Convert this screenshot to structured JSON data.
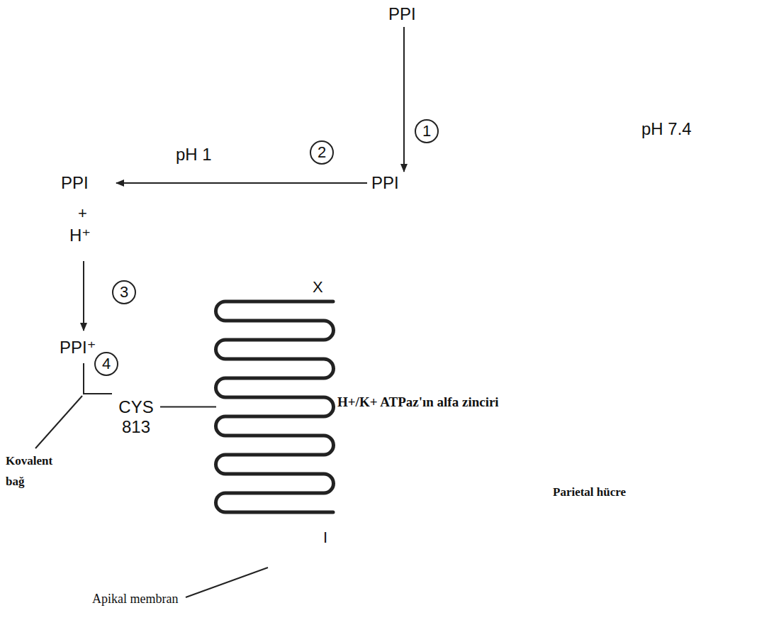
{
  "diagram": {
    "nodes": [
      {
        "text": [
          "pH 7.4",
          "Parietal hücre"
        ]
      },
      {
        "text": [
          "1"
        ],
        "in": 0
      },
      {
        "text": [
          "2"
        ],
        "in": 0
      },
      {
        "text": [
          "3"
        ]
      },
      {
        "text": [
          "4"
        ]
      }
    ],
    "labels": [
      "PPI",
      "pH 1",
      "PPI",
      "PPI",
      "+",
      "H⁺",
      "PPI⁺",
      "CYS 813",
      "X",
      "H+/K+ ATPaz'ın alfa zinciri",
      "I",
      "Kovalent bağ",
      "Apikal membran"
    ]
  }
}
